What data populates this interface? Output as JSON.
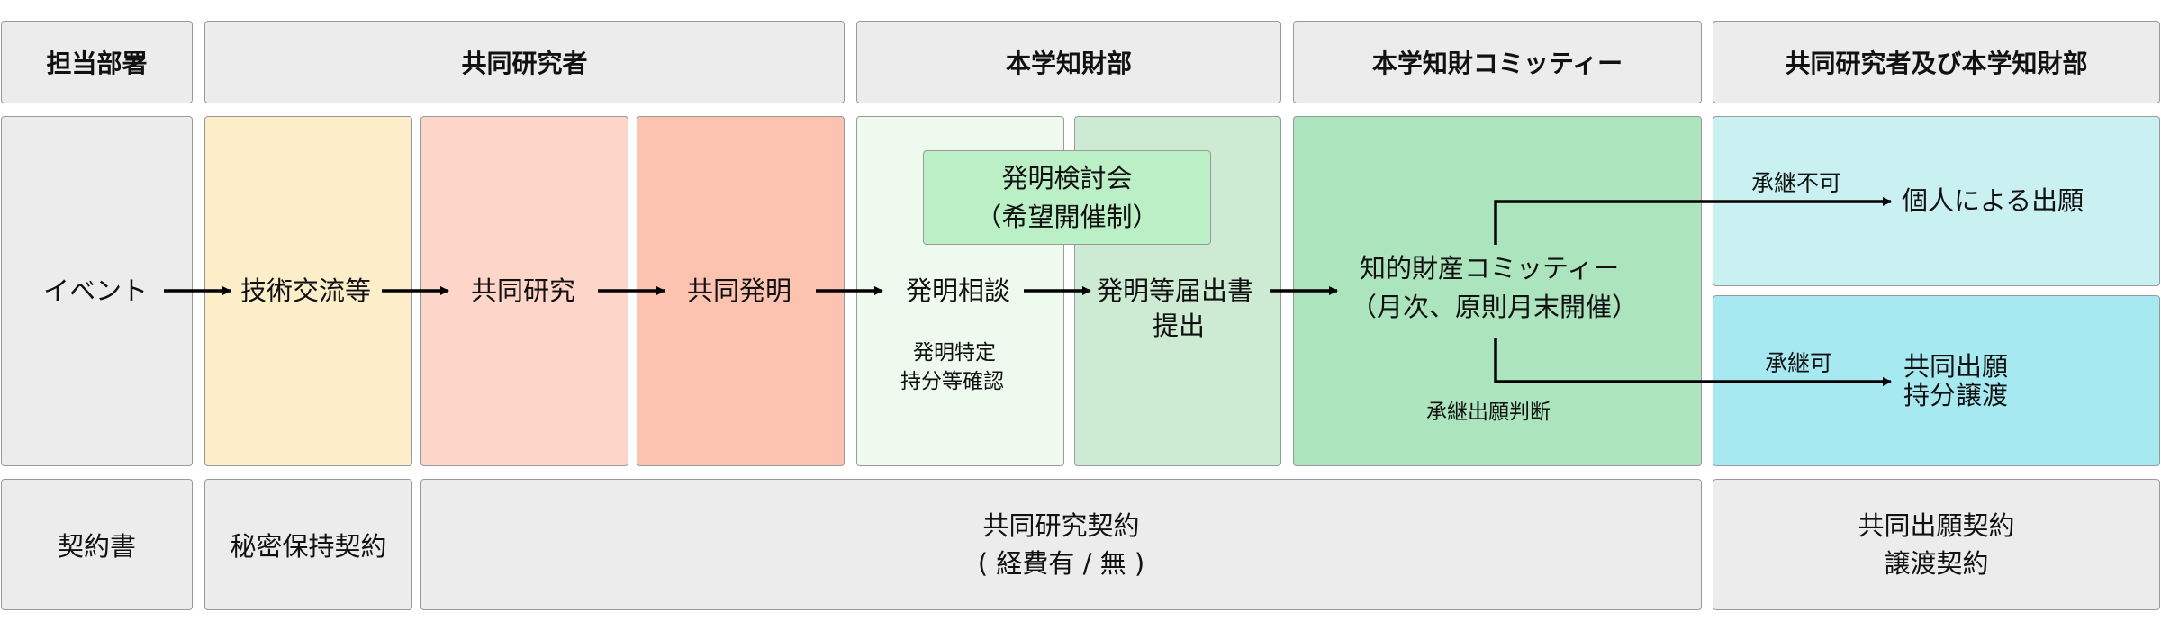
{
  "headers": {
    "dept": "担当部署",
    "researcher": "共同研究者",
    "ip_dept": "本学知財部",
    "committee": "本学知財コミッティー",
    "joint": "共同研究者及び本学知財部"
  },
  "row_labels": {
    "event": "イベント",
    "contract": "契約書"
  },
  "events": {
    "tech_exchange": "技術交流等",
    "joint_research": "共同研究",
    "joint_invention": "共同発明",
    "consultation": "発明相談",
    "consultation_note_1": "発明特定",
    "consultation_note_2": "持分等確認",
    "review_meeting_1": "発明検討会",
    "review_meeting_2": "（希望開催制）",
    "report_1": "発明等届出書",
    "report_2": "提出",
    "committee_1": "知的財産コミッティー",
    "committee_2": "（月次、原則月末開催）",
    "committee_note": "承継出願判断",
    "not_approved": "承継不可",
    "individual_filing": "個人による出願",
    "approved": "承継可",
    "joint_filing_1": "共同出願",
    "joint_filing_2": "持分譲渡"
  },
  "contracts": {
    "nda": "秘密保持契約",
    "research_1": "共同研究契約",
    "research_2": "( 経費有 / 無 )",
    "filing_1": "共同出願契約",
    "filing_2": "譲渡契約"
  },
  "colors": {
    "tech_exchange": "#fdeeca",
    "joint_research": "#fed5c9",
    "joint_invention": "#fdc3b1",
    "consultation": "#eefaee",
    "report": "#cdebd2",
    "review_meeting": "#bbefc6",
    "committee": "#abe4bd",
    "not_approved": "#c9f1f2",
    "approved": "#a6e9f1",
    "neutral": "#ececec"
  }
}
